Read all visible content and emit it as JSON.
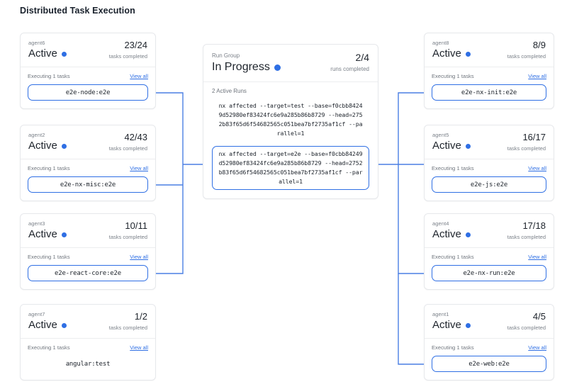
{
  "page": {
    "title": "Distributed Task Execution"
  },
  "labels": {
    "tasks_completed": "tasks completed",
    "runs_completed": "runs completed",
    "view_all": "View all",
    "status_dot": "status-dot"
  },
  "colors": {
    "accent": "#2f6fe4",
    "card_border": "#e6e8eb",
    "text": "#20262e",
    "muted": "#7b8189",
    "connector": "#4a7fe3"
  },
  "run_group": {
    "kicker": "Run Group",
    "status": "In Progress",
    "count": "2/4",
    "count_label": "runs completed",
    "active_runs_label": "2 Active Runs",
    "runs": [
      {
        "command": "nx affected --target=test --base=f0cbb84249d52980ef83424fc6e9a285b86b8729 --head=2752b83f65d6f54682565c051bea7bf2735af1cf --parallel=1",
        "selected": false
      },
      {
        "command": "nx affected --target=e2e --base=f0cbb84249d52980ef83424fc6e9a285b86b8729 --head=2752b83f65d6f54682565c051bea7bf2735af1cf --parallel=1",
        "selected": true
      }
    ]
  },
  "left_agents": [
    {
      "agent": "agent6",
      "status": "Active",
      "count": "23/24",
      "count_label": "tasks completed",
      "executing_label": "Executing 1 tasks",
      "view_all": "View all",
      "task": "e2e-node:e2e",
      "connected": true
    },
    {
      "agent": "agent2",
      "status": "Active",
      "count": "42/43",
      "count_label": "tasks completed",
      "executing_label": "Executing 1 tasks",
      "view_all": "View all",
      "task": "e2e-nx-misc:e2e",
      "connected": true
    },
    {
      "agent": "agent3",
      "status": "Active",
      "count": "10/11",
      "count_label": "tasks completed",
      "executing_label": "Executing 1 tasks",
      "view_all": "View all",
      "task": "e2e-react-core:e2e",
      "connected": true
    },
    {
      "agent": "agent7",
      "status": "Active",
      "count": "1/2",
      "count_label": "tasks completed",
      "executing_label": "Executing 1 tasks",
      "view_all": "View all",
      "task": "angular:test",
      "connected": false
    }
  ],
  "right_agents": [
    {
      "agent": "agent8",
      "status": "Active",
      "count": "8/9",
      "count_label": "tasks completed",
      "executing_label": "Executing 1 tasks",
      "view_all": "View all",
      "task": "e2e-nx-init:e2e",
      "connected": true
    },
    {
      "agent": "agent5",
      "status": "Active",
      "count": "16/17",
      "count_label": "tasks completed",
      "executing_label": "Executing 1 tasks",
      "view_all": "View all",
      "task": "e2e-js:e2e",
      "connected": true
    },
    {
      "agent": "agent4",
      "status": "Active",
      "count": "17/18",
      "count_label": "tasks completed",
      "executing_label": "Executing 1 tasks",
      "view_all": "View all",
      "task": "e2e-nx-run:e2e",
      "connected": true
    },
    {
      "agent": "agent1",
      "status": "Active",
      "count": "4/5",
      "count_label": "tasks completed",
      "executing_label": "Executing 1 tasks",
      "view_all": "View all",
      "task": "e2e-web:e2e",
      "connected": true
    }
  ]
}
